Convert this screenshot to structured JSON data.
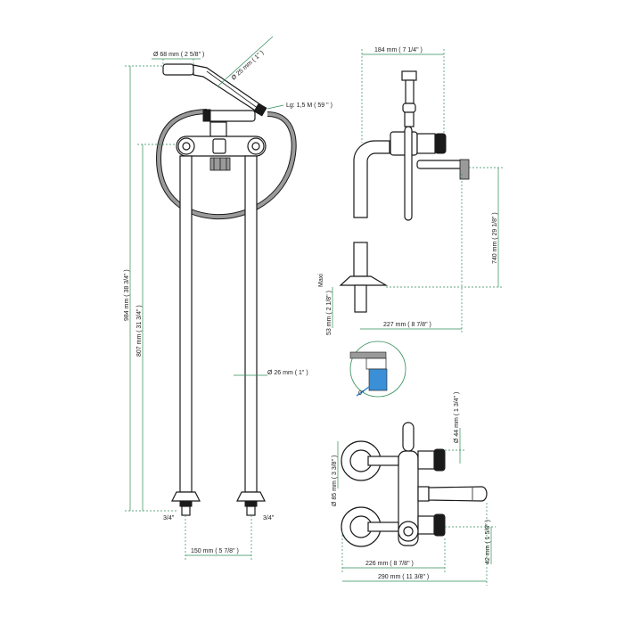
{
  "front": {
    "handset_dia": "Ø 68 mm ( 2 5/8\" )",
    "handle_dia": "Ø 25 mm ( 1\" )",
    "hose_length": "Lg: 1,5 M ( 59 \" )",
    "total_height": "984 mm ( 38 3/4\" )",
    "pipe_height": "807 mm ( 31 3/4\" )",
    "pipe_dia": "Ø 26 mm ( 1\" )",
    "thread_left": "3/4\"",
    "thread_right": "3/4\"",
    "spacing": "150 mm ( 5 7/8\" )"
  },
  "side": {
    "width_top": "184 mm ( 7 1/4\" )",
    "height_740": "740 mm ( 29 1/8\" )",
    "base_53": "53 mm ( 2 1/8\" )",
    "maxi": "Maxi",
    "reach_227": "227 mm ( 8 7/8\" )",
    "angle": "0°"
  },
  "wall": {
    "dia_44": "Ø 44 mm ( 1 3/4\" )",
    "dia_85": "Ø 85 mm ( 3 3/8\" )",
    "h_42": "42 mm ( 1 5/8\" )",
    "w_226": "226 mm ( 8 7/8\" )",
    "w_290": "290 mm ( 11 3/8\" )"
  },
  "colors": {
    "dimension": "#2e8b57",
    "outline": "#1a1a1a",
    "detail": "#3a8fd6"
  }
}
